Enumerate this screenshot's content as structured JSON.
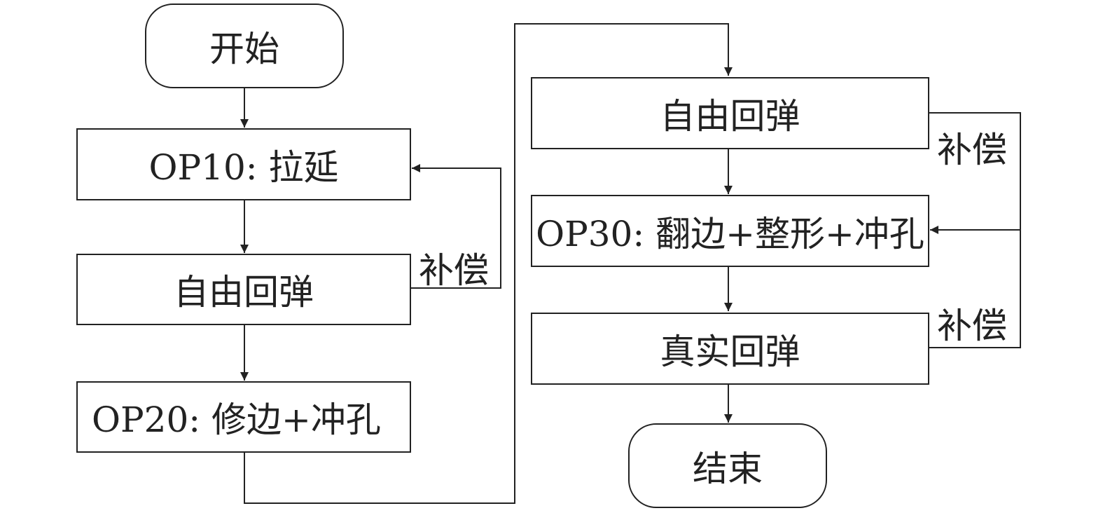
{
  "nodes": {
    "start": "开始",
    "op10": "OP10: 拉延",
    "springback_1": "自由回弹",
    "op20": "OP20: 修边+冲孔",
    "springback_2": "自由回弹",
    "op30": "OP30: 翻边+整形+冲孔",
    "springback_real": "真实回弹",
    "end": "结束"
  },
  "edge_labels": {
    "compensation_1": "补偿",
    "compensation_2": "补偿",
    "compensation_3": "补偿"
  },
  "colors": {
    "stroke": "#222222",
    "text": "#222222",
    "background": "#ffffff"
  }
}
